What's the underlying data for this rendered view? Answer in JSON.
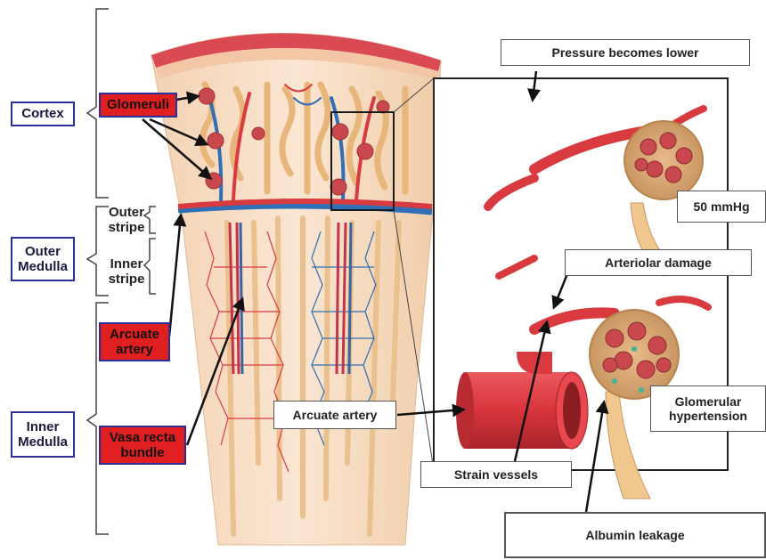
{
  "labels": {
    "cortex": "Cortex",
    "outer_medulla": "Outer\nMedulla",
    "inner_medulla": "Inner\nMedulla",
    "outer_stripe": "Outer\nstripe",
    "inner_stripe": "Inner\nstripe",
    "glomeruli": "Glomeruli",
    "arcuate_artery_red": "Arcuate\nartery",
    "vasa_recta_bundle": "Vasa recta\nbundle",
    "pressure_lower": "Pressure becomes lower",
    "mmhg": "50 mmHg",
    "arteriolar_damage": "Arteriolar damage",
    "glomerular_hypertension": "Glomerular\nhypertension",
    "arcuate_artery_box": "Arcuate artery",
    "strain_vessels": "Strain vessels",
    "albumin_leakage": "Albumin leakage"
  },
  "colors": {
    "label_border": "#2b2f9a",
    "highlight_red": "#e02020",
    "artery_red": "#d93a3f",
    "vein_blue": "#2f6fb5",
    "tissue": "#f6dcc0",
    "tubule": "#f1c790"
  }
}
